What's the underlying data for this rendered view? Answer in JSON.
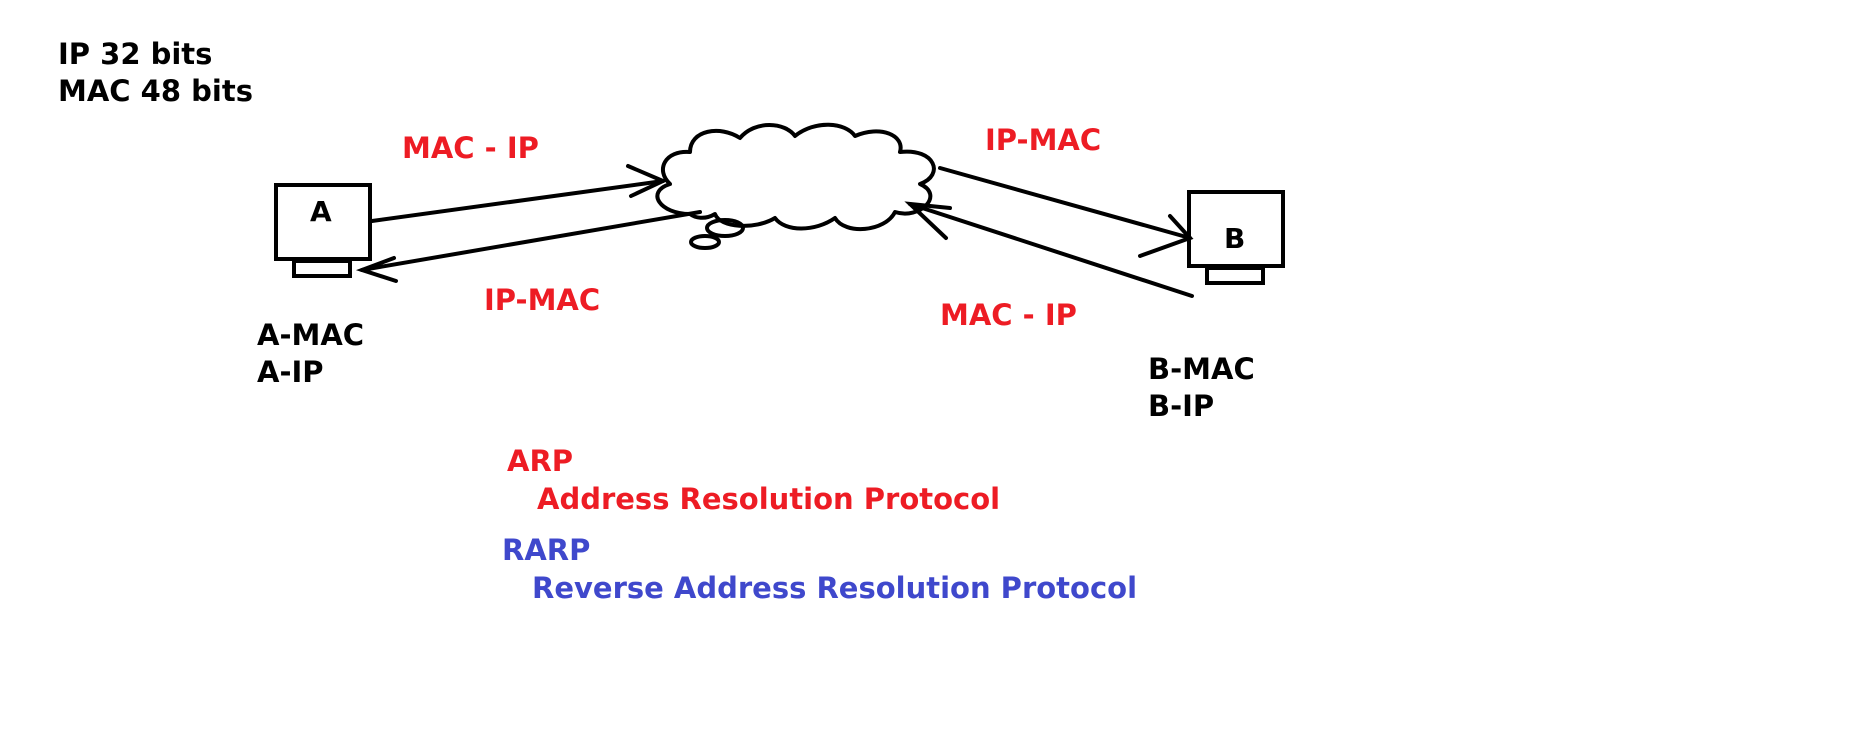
{
  "sizes": {
    "line1": "IP 32 bits",
    "line2": "MAC 48 bits"
  },
  "nodes": {
    "a": {
      "letter": "A",
      "mac": "A-MAC",
      "ip": "A-IP"
    },
    "b": {
      "letter": "B",
      "mac": "B-MAC",
      "ip": "B-IP"
    }
  },
  "arrows": {
    "a_to_cloud": "MAC - IP",
    "cloud_to_a": "IP-MAC",
    "cloud_to_b": "IP-MAC",
    "b_to_cloud": "MAC - IP"
  },
  "protocols": {
    "arp": {
      "abbr": "ARP",
      "full": "Address Resolution Protocol"
    },
    "rarp": {
      "abbr": "RARP",
      "full": "Reverse Address Resolution Protocol"
    }
  },
  "colors": {
    "black": "#000000",
    "red": "#ed1c24",
    "blue": "#3f48cc"
  }
}
